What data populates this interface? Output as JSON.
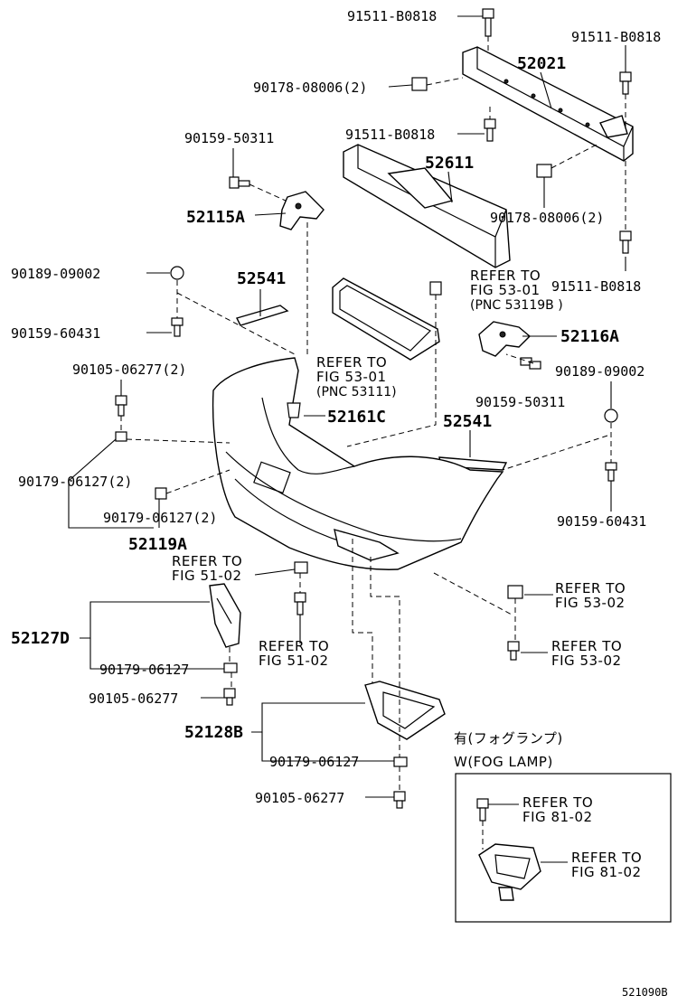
{
  "labels": {
    "p1": "91511-B0818",
    "p2": "91511-B0818",
    "p3": "52021",
    "p4": "90178-08006(2)",
    "p5": "91511-B0818",
    "p6": "90159-50311",
    "p7": "52611",
    "p8": "52115A",
    "p9": "90178-08006(2)",
    "p10": "90189-09002",
    "p11": "52541",
    "p12": "91511-B0818",
    "p13": "90159-60431",
    "p14": "52116A",
    "p15": "90105-06277(2)",
    "p16": "90189-09002",
    "p17": "90159-50311",
    "p18": "52161C",
    "p19": "52541",
    "p20": "90179-06127(2)",
    "p21": "90179-06127(2)",
    "p22": "52119A",
    "p23": "90159-60431",
    "p24": "52127D",
    "p25": "90179-06127",
    "p26": "90105-06277",
    "p27": "52128B",
    "p28": "90179-06127",
    "p29": "90105-06277"
  },
  "refs": {
    "r1": [
      "REFER TO",
      "FIG 53-01",
      "(PNC 53119B )"
    ],
    "r2": [
      "REFER TO",
      "FIG 53-01",
      "(PNC 53111)"
    ],
    "r3": [
      "REFER TO",
      "FIG 51-02"
    ],
    "r4": [
      "REFER TO",
      "FIG 53-02"
    ],
    "r5": [
      "REFER TO",
      "FIG 51-02"
    ],
    "r6": [
      "REFER TO",
      "FIG 53-02"
    ],
    "r7": [
      "REFER TO",
      "FIG 81-02"
    ],
    "r8": [
      "REFER TO",
      "FIG 81-02"
    ]
  },
  "fog_lamp": {
    "title_jp": "有(フォグランプ)",
    "title_en": "W(FOG LAMP)"
  },
  "caption": "521090B"
}
